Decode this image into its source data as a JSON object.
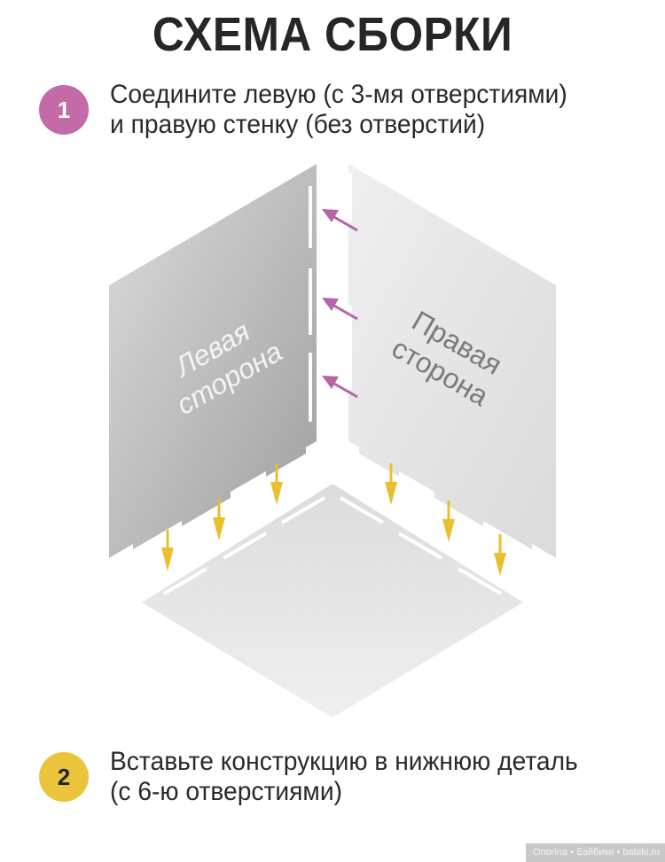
{
  "title": "СХЕМА СБОРКИ",
  "steps": [
    {
      "number": "1",
      "color": "#c46aa8",
      "line1": "Соедините левую (с 3-мя отверстиями)",
      "line2": "и правую стенку (без отверстий)"
    },
    {
      "number": "2",
      "color": "#ebc43c",
      "line1": "Вставьте конструкцию в нижнюю деталь",
      "line2": "(с 6-ю отверстиями)"
    }
  ],
  "diagram": {
    "left_panel": {
      "label_line1": "Левая",
      "label_line2": "сторона",
      "slots": 3
    },
    "right_panel": {
      "label_line1": "Правая",
      "label_line2": "сторона"
    },
    "bottom_plate": {
      "slots": 6
    },
    "arrow_colors": {
      "side": "#b565a6",
      "down": "#e8bf2e"
    },
    "side_arrows": 3,
    "down_arrows": 6
  },
  "watermark": "Onorina • Бэйбики • babiki.ru"
}
